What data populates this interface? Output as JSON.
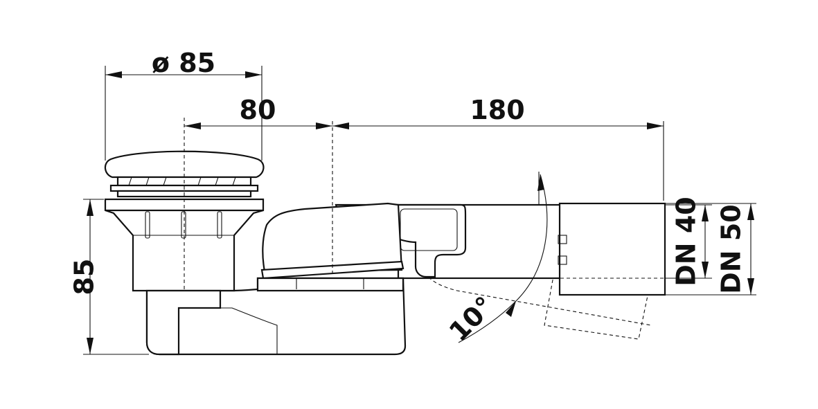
{
  "dimensions": {
    "cover_diameter": "ø 85",
    "axis_offset": "80",
    "outlet_length": "180",
    "height": "85",
    "angle": "10°",
    "dn_small": "DN 40",
    "dn_large": "DN 50"
  }
}
